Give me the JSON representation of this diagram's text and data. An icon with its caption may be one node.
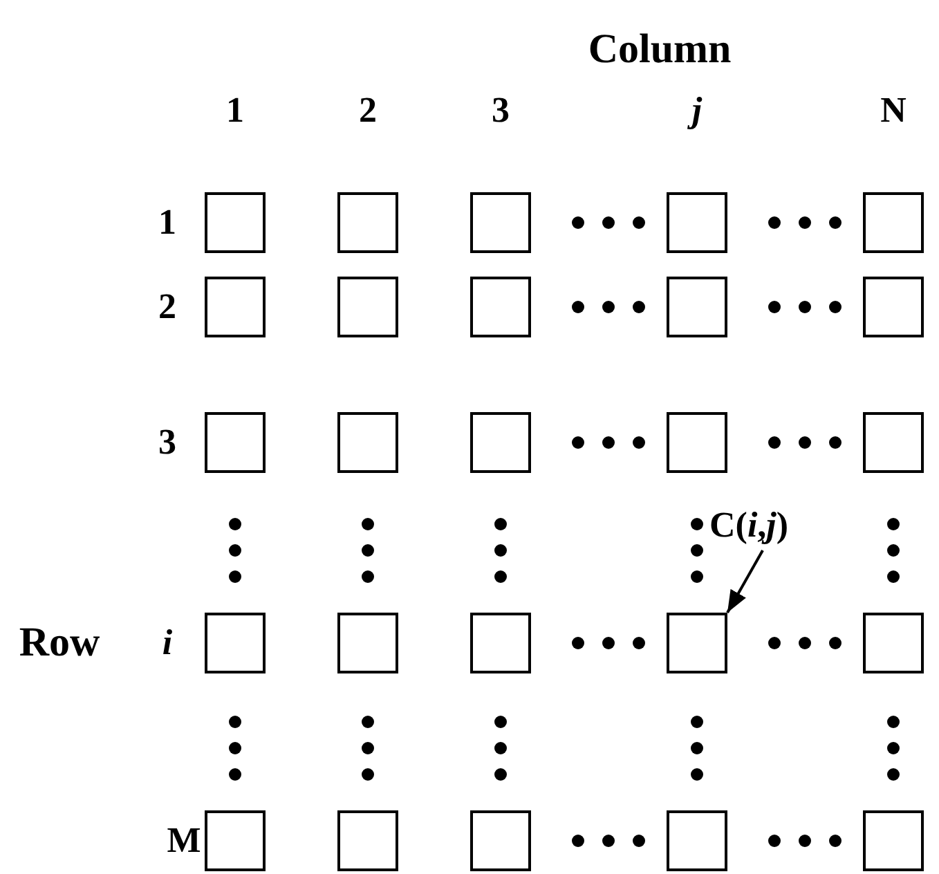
{
  "diagram": {
    "nodes": [
      {
        "text": [],
        "shape": "box"
      },
      {
        "text": [],
        "shape": "box"
      },
      {
        "text": [],
        "shape": "box"
      },
      {
        "text": [],
        "shape": "box"
      },
      {
        "text": [],
        "shape": "box"
      },
      {
        "text": [],
        "shape": "box"
      },
      {
        "text": [],
        "shape": "box"
      },
      {
        "text": [],
        "shape": "box"
      },
      {
        "text": [],
        "shape": "box"
      },
      {
        "text": [],
        "shape": "box"
      },
      {
        "text": [],
        "shape": "box"
      },
      {
        "text": [],
        "shape": "box"
      },
      {
        "text": [],
        "shape": "box"
      },
      {
        "text": [],
        "shape": "box"
      },
      {
        "text": [],
        "shape": "box"
      },
      {
        "text": [
          "C(*i*,*j*)"
        ]
      },
      {
        "text": [],
        "shape": "box"
      },
      {
        "text": [],
        "shape": "box"
      },
      {
        "text": [],
        "shape": "box"
      },
      {
        "text": [],
        "shape": "box"
      },
      {
        "text": [],
        "shape": "box"
      },
      {
        "text": [],
        "shape": "box"
      },
      {
        "text": [],
        "shape": "box"
      },
      {
        "text": [],
        "shape": "box"
      },
      {
        "text": [],
        "shape": "box"
      },
      {
        "text": [],
        "shape": "box"
      }
    ],
    "edges": [
      {
        "from": 15,
        "to": 19,
        "arrow": "to"
      }
    ],
    "labels": [
      "Column",
      "1",
      "2",
      "3",
      "j",
      "N",
      "1",
      "2",
      "3",
      "Row",
      "i",
      "M"
    ]
  }
}
